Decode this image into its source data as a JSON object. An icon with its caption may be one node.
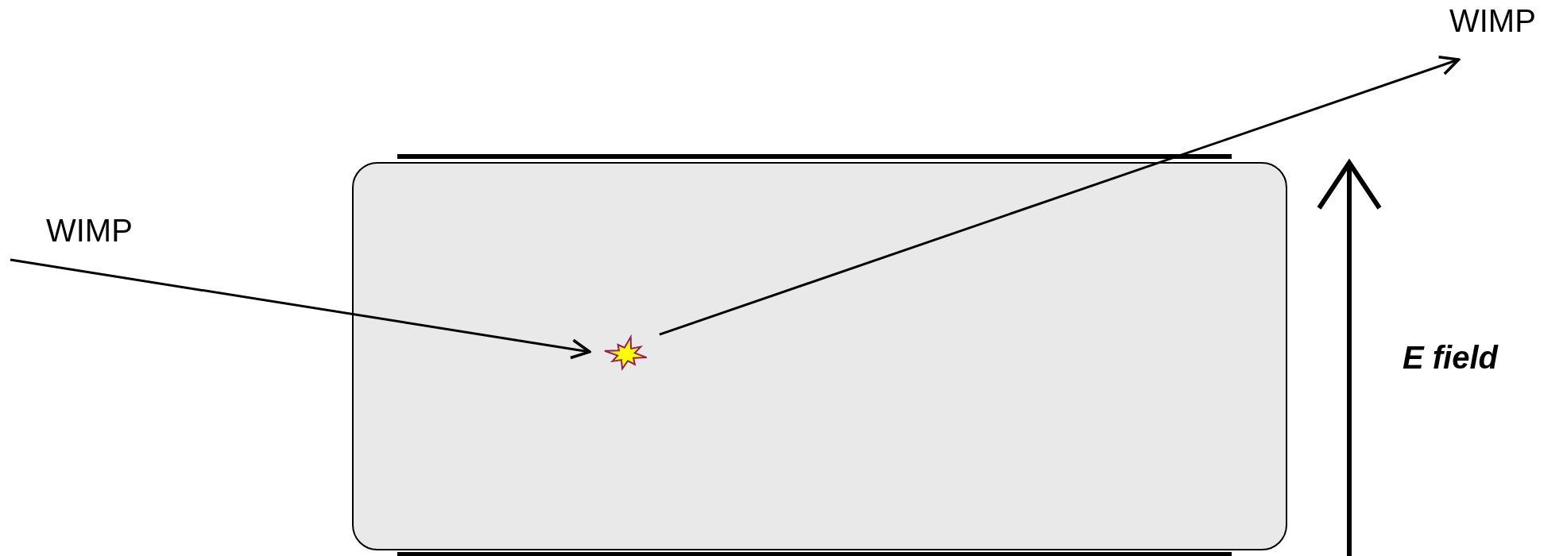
{
  "diagram": {
    "nodes": [
      {
        "text": [
          "WIMP"
        ]
      },
      {
        "text": [
          "WIMP"
        ]
      },
      {
        "text": [],
        "shape": "box"
      },
      {
        "text": [],
        "shape": "star",
        "in": 2
      }
    ],
    "edges": [
      {
        "from": 1,
        "to": 3,
        "arrow": "to"
      },
      {
        "from": 3,
        "to": 0,
        "arrow": "to"
      }
    ],
    "labels": [
      "E field"
    ]
  }
}
